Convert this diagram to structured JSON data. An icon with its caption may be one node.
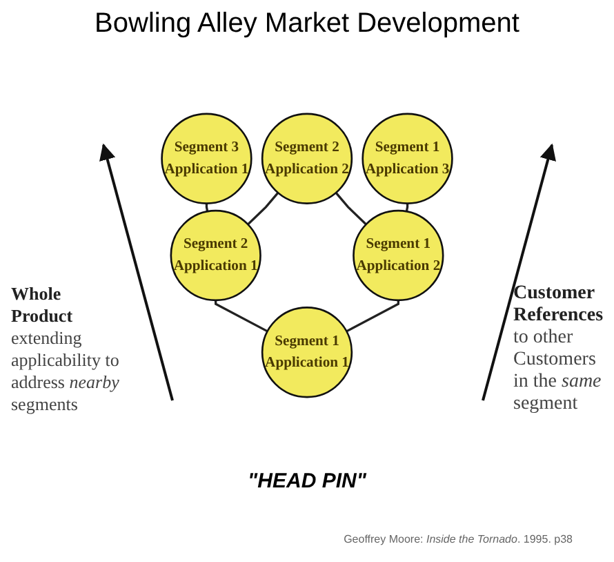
{
  "diagram": {
    "title": "Bowling Alley Market Development",
    "caption": "Geoffrey Moore: *Inside the Tornado*. 1995. p38",
    "nodes": [
      {
        "text": [
          "Segment 3",
          "Application 1"
        ]
      },
      {
        "text": [
          "Segment 2",
          "Application 2"
        ]
      },
      {
        "text": [
          "Segment 1",
          "Application 3"
        ]
      },
      {
        "text": [
          "Segment 2",
          "Application 1"
        ]
      },
      {
        "text": [
          "Segment 1",
          "Application 2"
        ]
      },
      {
        "text": [
          "Segment 1",
          "Application 1"
        ],
        "beside": [
          "\"HEAD PIN\""
        ]
      }
    ],
    "edges": [
      {
        "from": 3,
        "to": 0,
        "arrow": "none"
      },
      {
        "from": 3,
        "to": 1,
        "arrow": "none"
      },
      {
        "from": 4,
        "to": 1,
        "arrow": "none"
      },
      {
        "from": 4,
        "to": 2,
        "arrow": "none"
      },
      {
        "from": 5,
        "to": 3,
        "arrow": "none"
      },
      {
        "from": 5,
        "to": 4,
        "arrow": "none"
      }
    ],
    "labels": [
      "Whole Product",
      "extending applicability to address *nearby* segments",
      "Customer References",
      "to other Customers in the *same* segment"
    ]
  }
}
